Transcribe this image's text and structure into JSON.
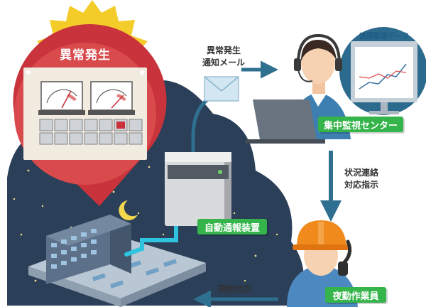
{
  "alarm": {
    "title": "異常発生"
  },
  "email_notice": {
    "line1": "異常発生",
    "line2": "通知メール"
  },
  "remote_screen": {
    "title": "遠隔監視データ"
  },
  "monitoring_center": {
    "label": "集中監視センター"
  },
  "status_contact": {
    "line1": "状況連絡",
    "line2": "対応指示"
  },
  "auto_device": {
    "label": "自動通報装置"
  },
  "night_worker": {
    "label": "夜勤作業員"
  },
  "onsite": {
    "label": "現地対応"
  },
  "colors": {
    "alarm_red": "#c8333c",
    "tag_green": "#34b44a",
    "arrow_blue": "#2f6f8f",
    "night_sky": "#2b3f59",
    "helmet_orange": "#f08a1c"
  }
}
